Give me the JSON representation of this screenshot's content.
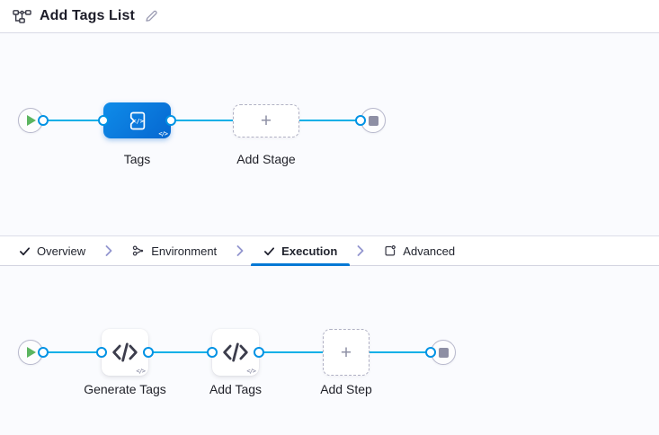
{
  "header": {
    "title": "Add Tags List"
  },
  "stage_pipeline": {
    "nodes": [
      {
        "label": "Tags",
        "type": "custom-stage"
      },
      {
        "label": "Add Stage",
        "type": "add"
      }
    ]
  },
  "tabs": {
    "items": [
      {
        "label": "Overview",
        "icon": "check-icon",
        "active": false
      },
      {
        "label": "Environment",
        "icon": "environment-icon",
        "active": false
      },
      {
        "label": "Execution",
        "icon": "check-icon",
        "active": true
      },
      {
        "label": "Advanced",
        "icon": "page-gear-icon",
        "active": false
      }
    ]
  },
  "execution_pipeline": {
    "nodes": [
      {
        "label": "Generate Tags",
        "type": "code-step"
      },
      {
        "label": "Add Tags",
        "type": "code-step"
      },
      {
        "label": "Add Step",
        "type": "add"
      }
    ]
  },
  "symbols": {
    "plus": "+",
    "code_badge": "</>"
  },
  "icons": {
    "header": "pipeline-graph",
    "title_edit": "pencil",
    "start": "play",
    "end": "stop",
    "stage": "custom-stage-code",
    "step": "code-brackets"
  },
  "colors": {
    "accent_blue": "#0278d5",
    "edge_blue": "#0bb0e7",
    "port_blue": "#0092e4",
    "stage_gradient_start": "#0f8ce9",
    "stage_gradient_end": "#0667d0",
    "play_green": "#5cb560",
    "stop_gray": "#8e8fa4",
    "canvas_bg": "#fafbfe"
  }
}
